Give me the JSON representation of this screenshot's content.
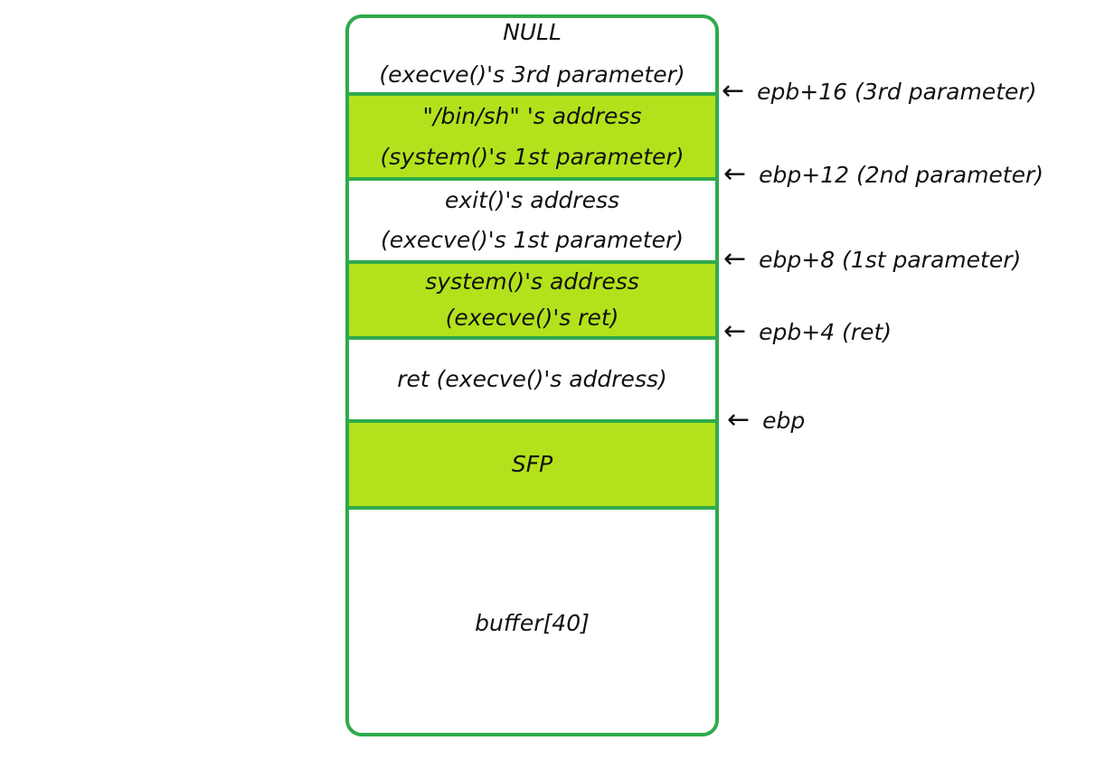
{
  "stack_cells": [
    {
      "line1": "NULL",
      "line2": "(execve()'s 3rd parameter)",
      "highlighted": false
    },
    {
      "line1": "\"/bin/sh\" 's address",
      "line2": "(system()'s 1st parameter)",
      "highlighted": true
    },
    {
      "line1": "exit()'s address",
      "line2": "(execve()'s 1st parameter)",
      "highlighted": false
    },
    {
      "line1": "system()'s address",
      "line2": "(execve()'s ret)",
      "highlighted": true
    },
    {
      "line1": "ret (execve()'s address)",
      "highlighted": false
    },
    {
      "line1": "SFP",
      "highlighted": true
    },
    {
      "line1": "buffer[40]",
      "highlighted": false
    }
  ],
  "pointers": [
    {
      "label": "epb+16 (3rd parameter)"
    },
    {
      "label": "ebp+12 (2nd parameter)"
    },
    {
      "label": "ebp+8 (1st parameter)"
    },
    {
      "label": "epb+4 (ret)"
    },
    {
      "label": "ebp"
    }
  ],
  "arrow_glyph": "←",
  "colors": {
    "border": "#2faa4c",
    "highlight": "#b3e21c",
    "text": "#111111"
  }
}
